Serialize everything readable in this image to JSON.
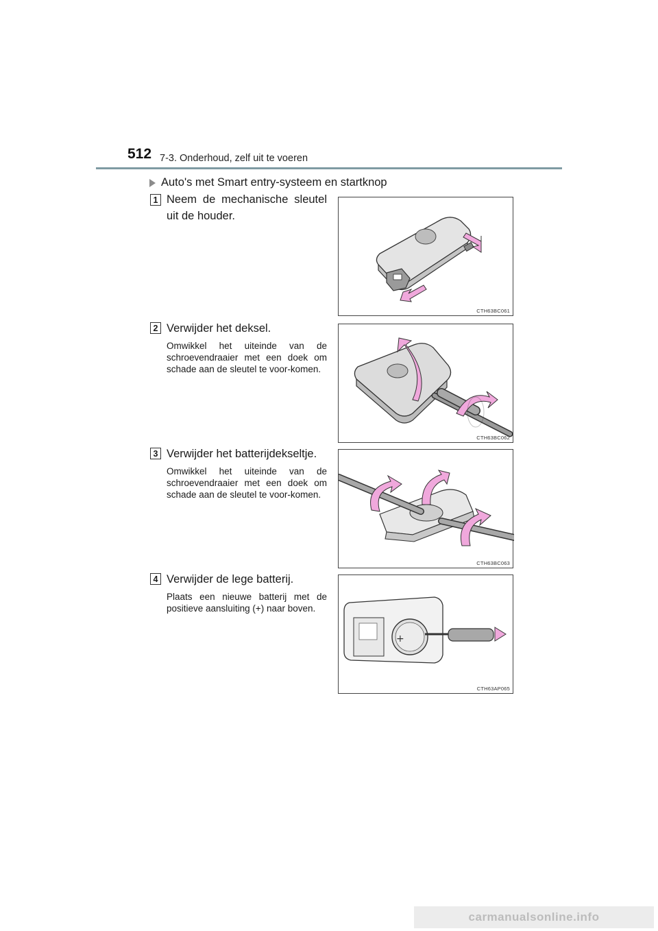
{
  "header": {
    "page_number": "512",
    "section_title": "7-3. Onderhoud, zelf uit te voeren"
  },
  "subheading": {
    "icon": "triangle-right-icon",
    "text": "Auto's met Smart entry-systeem en startknop"
  },
  "steps": [
    {
      "number": "1",
      "title": "Neem de mechanische sleutel uit de houder.",
      "note": "",
      "figure_code": "CTH63BC061"
    },
    {
      "number": "2",
      "title": "Verwijder het deksel.",
      "note": "Omwikkel het uiteinde van de schroevendraaier met een doek om schade aan de sleutel te voor-komen.",
      "figure_code": "CTH63BC062"
    },
    {
      "number": "3",
      "title": "Verwijder het batterijdekseltje.",
      "note": "Omwikkel het uiteinde van de schroevendraaier met een doek om schade aan de sleutel te voor-komen.",
      "figure_code": "CTH63BC063"
    },
    {
      "number": "4",
      "title": "Verwijder de lege batterij.",
      "note": "Plaats een nieuwe batterij met de positieve aansluiting (+) naar boven.",
      "figure_code": "CTH63AP065"
    }
  ],
  "watermark": "carmanualsonline.info",
  "colors": {
    "header_rule": "#7f9aa3",
    "arrow_pink": "#f0a8dc",
    "key_gray": "#d8d8d8"
  }
}
